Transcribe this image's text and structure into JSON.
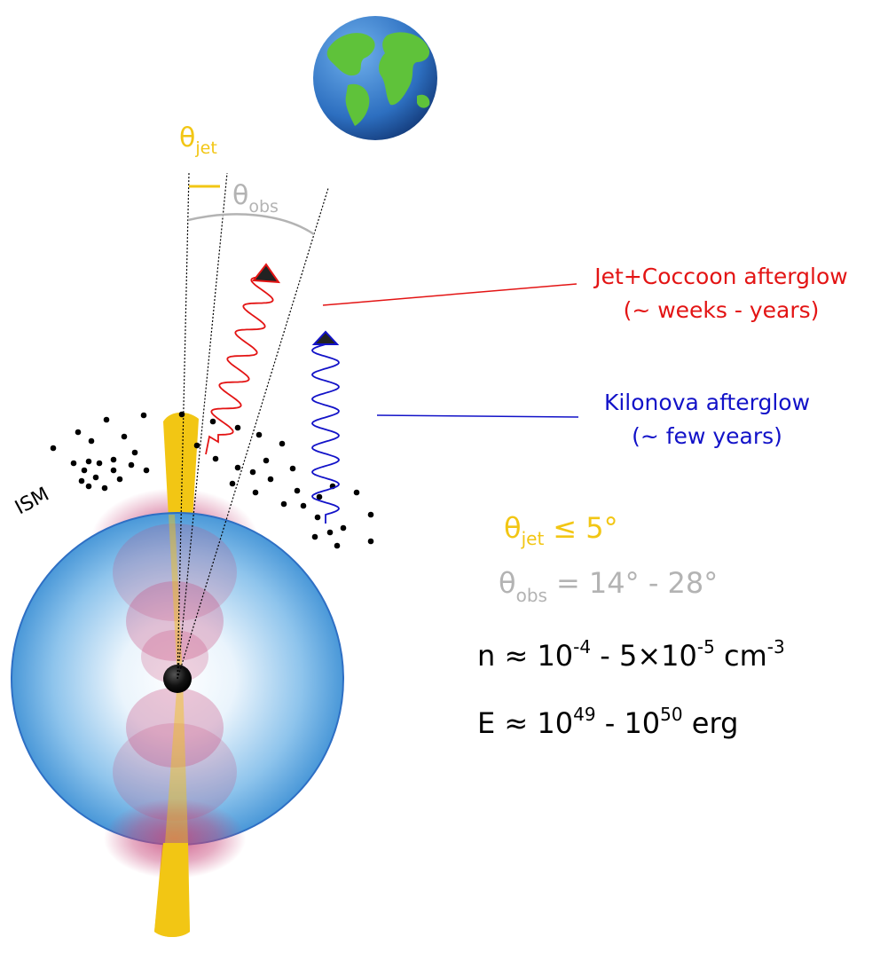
{
  "colors": {
    "jet": "#f2c614",
    "observer": "#b3b3b3",
    "cocoon": "#e31414",
    "kilonova": "#1212c8",
    "ejecta_edge": "#2e6fc4",
    "ejecta_fill": "#5aa6df",
    "cocoon_glow": "#c8477a",
    "earth_ocean": "#2d6fc0",
    "earth_land": "#5fc23a"
  },
  "labels": {
    "theta_jet_symbol": "θ",
    "theta_jet_sub": "jet",
    "theta_obs_symbol": "θ",
    "theta_obs_sub": "obs",
    "ism": "ISM",
    "jet_cocoon_line1": "Jet+Coccoon afterglow",
    "jet_cocoon_line2": "(~ weeks - years)",
    "kilonova_line1": "Kilonova afterglow",
    "kilonova_line2": "(~ few years)"
  },
  "params": {
    "theta_jet": {
      "symbol": "θ",
      "sub": "jet",
      "value": "≤ 5°"
    },
    "theta_obs": {
      "symbol": "θ",
      "sub": "obs",
      "value": "= 14° - 28°"
    },
    "density": {
      "prefix": "n ≈ 10",
      "exp1": "-4",
      "mid": " - 5×10",
      "exp2": "-5",
      "unit": " cm",
      "exp3": "-3"
    },
    "energy": {
      "prefix": "E ≈ 10",
      "exp1": "49",
      "mid": " - 10",
      "exp2": "50",
      "unit": " erg"
    }
  },
  "icons": {
    "earth": "earth-icon",
    "remnant": "black-hole-icon"
  }
}
